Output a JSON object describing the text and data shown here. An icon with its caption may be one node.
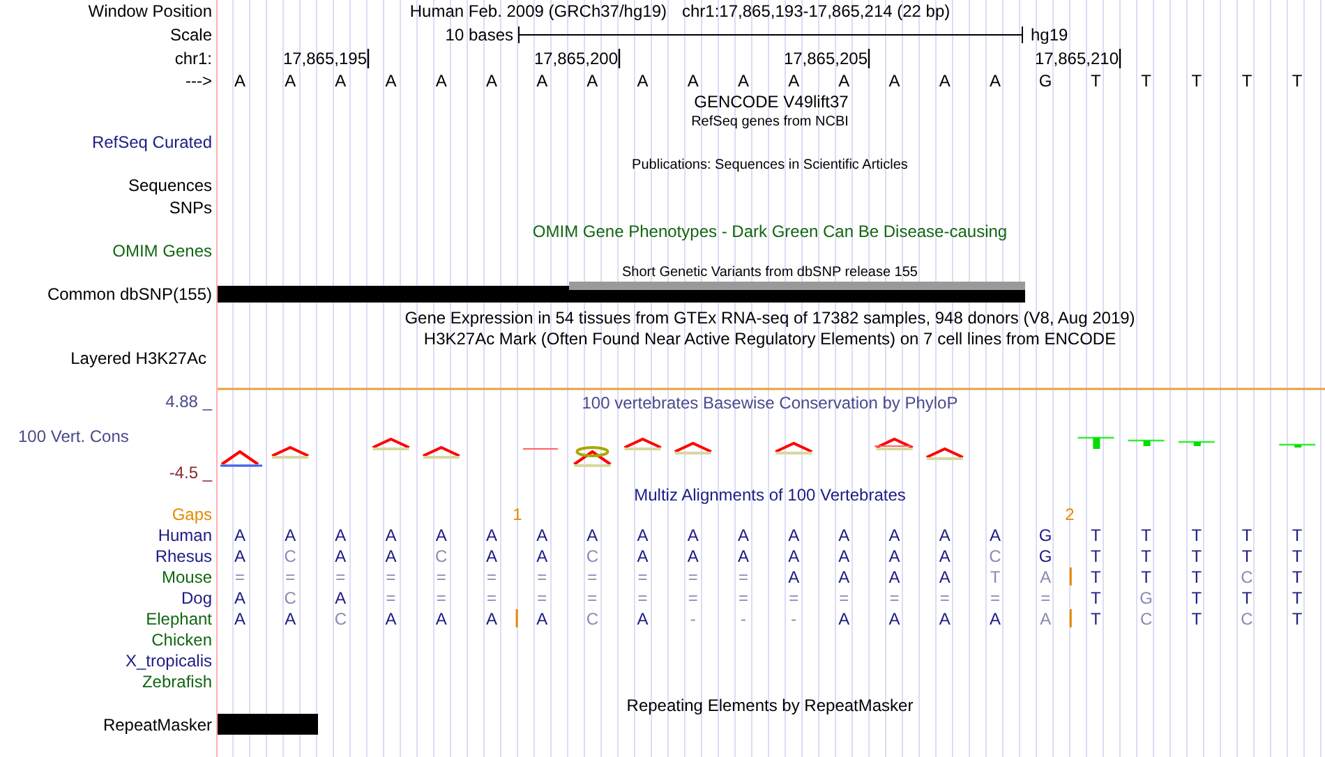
{
  "diagram": {
    "labels": [
      "Window Position",
      "Human Feb. 2009 (GRCh37/hg19)",
      "chr1:17,865,193-17,865,214 (22 bp)",
      "Scale",
      "10 bases",
      "hg19",
      "chr1:",
      "17,865,195",
      "17,865,200",
      "17,865,205",
      "17,865,210",
      "--->",
      "A",
      "A",
      "A",
      "A",
      "A",
      "A",
      "A",
      "A",
      "A",
      "A",
      "A",
      "A",
      "A",
      "A",
      "A",
      "A",
      "G",
      "T",
      "T",
      "T",
      "T",
      "T",
      "GENCODE V49lift37",
      "RefSeq genes from NCBI",
      "RefSeq Curated",
      "Publications: Sequences in Scientific Articles",
      "Sequences",
      "SNPs",
      "OMIM Gene Phenotypes - Dark Green Can Be Disease-causing",
      "OMIM Genes",
      "Short Genetic Variants from dbSNP release 155",
      "Common dbSNP(155)",
      "Gene Expression in 54 tissues from GTEx RNA-seq of 17382 samples, 948 donors (V8, Aug 2019)",
      "H3K27Ac Mark (Often Found Near Active Regulatory Elements) on 7 cell lines from ENCODE",
      "Layered H3K27Ac",
      "4.88 _",
      "100 vertebrates Basewise Conservation by PhyloP",
      "100 Vert. Cons",
      "-4.5 _",
      "Multiz Alignments of 100 Vertebrates",
      "Gaps",
      "1",
      "2",
      "Human",
      "A",
      "A",
      "A",
      "A",
      "A",
      "A",
      "A",
      "A",
      "A",
      "A",
      "A",
      "A",
      "A",
      "A",
      "A",
      "A",
      "G",
      "T",
      "T",
      "T",
      "T",
      "T",
      "Rhesus",
      "A",
      "C",
      "A",
      "A",
      "C",
      "A",
      "A",
      "C",
      "A",
      "A",
      "A",
      "A",
      "A",
      "A",
      "A",
      "C",
      "G",
      "T",
      "T",
      "T",
      "T",
      "T",
      "Mouse",
      "=",
      "=",
      "=",
      "=",
      "=",
      "=",
      "=",
      "=",
      "=",
      "=",
      "=",
      "A",
      "A",
      "A",
      "A",
      "T",
      "A",
      "T",
      "T",
      "T",
      "C",
      "T",
      "Dog",
      "A",
      "C",
      "A",
      "=",
      "=",
      "=",
      "=",
      "=",
      "=",
      "=",
      "=",
      "=",
      "=",
      "=",
      "=",
      "=",
      "=",
      "T",
      "G",
      "T",
      "T",
      "T",
      "Elephant",
      "A",
      "A",
      "C",
      "A",
      "A",
      "A",
      "A",
      "C",
      "A",
      "-",
      "-",
      "-",
      "A",
      "A",
      "A",
      "A",
      "A",
      "T",
      "C",
      "T",
      "C",
      "T",
      "Chicken",
      "X_tropicalis",
      "Zebrafish",
      "Repeating Elements by RepeatMasker",
      "RepeatMasker"
    ]
  }
}
